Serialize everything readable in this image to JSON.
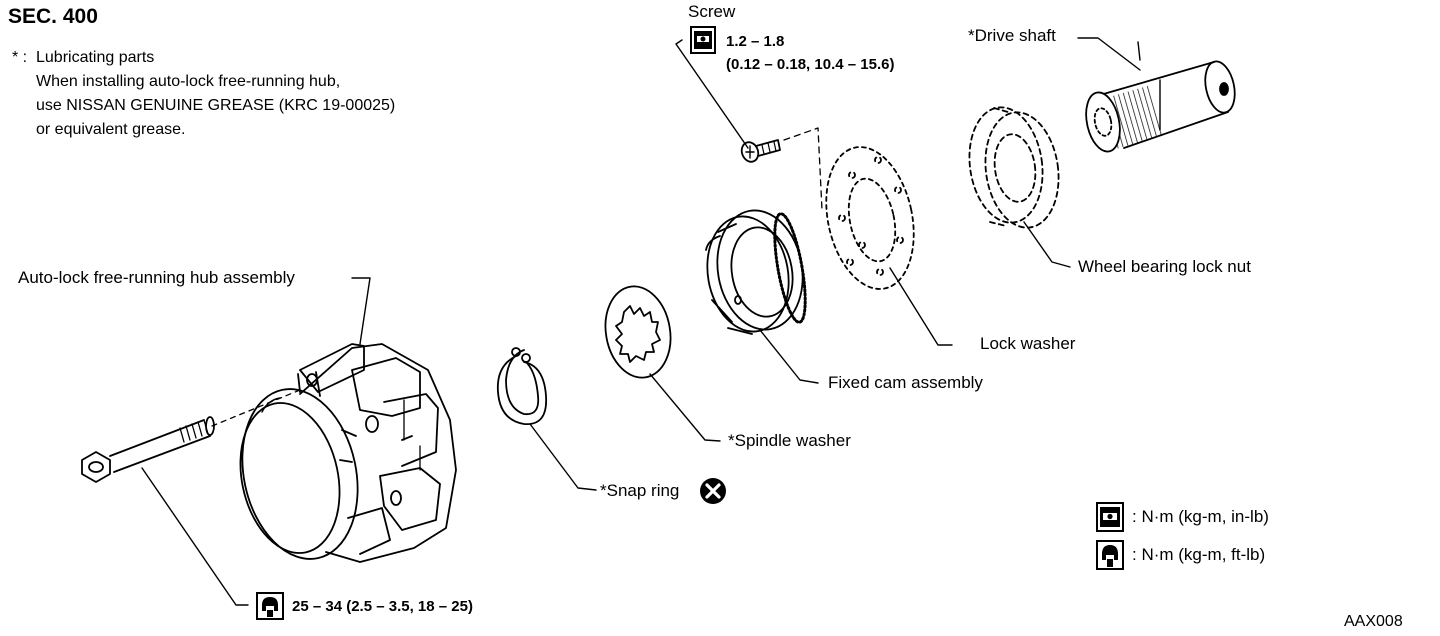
{
  "section": "SEC. 400",
  "note": {
    "mark": "* : ",
    "line1": "Lubricating parts",
    "line2": "When installing auto-lock free-running hub,",
    "line3": "use NISSAN GENUINE GREASE (KRC 19-00025)",
    "line4": "or equivalent grease."
  },
  "parts": {
    "screw": "Screw",
    "drive_shaft": "*Drive shaft",
    "hub_assembly": "Auto-lock free-running hub assembly",
    "wheel_bearing_lock_nut": "Wheel bearing lock nut",
    "lock_washer": "Lock washer",
    "fixed_cam_assembly": "Fixed cam assembly",
    "spindle_washer": "*Spindle washer",
    "snap_ring": "*Snap ring"
  },
  "torque": {
    "screw_line1": "1.2 – 1.8",
    "screw_line2": "(0.12 – 0.18, 10.4 – 15.6)",
    "bolt": "25 – 34  (2.5 – 3.5, 18 – 25)"
  },
  "legend": {
    "inlb": ": N·m (kg-m, in-lb)",
    "ftlb": ": N·m (kg-m, ft-lb)"
  },
  "icons": {
    "torque_inlb": "torque-wrench-in-lb-icon",
    "torque_ftlb": "torque-wrench-ft-lb-icon",
    "replace": "do-not-reuse-x-icon"
  },
  "figure_code": "AAX008"
}
